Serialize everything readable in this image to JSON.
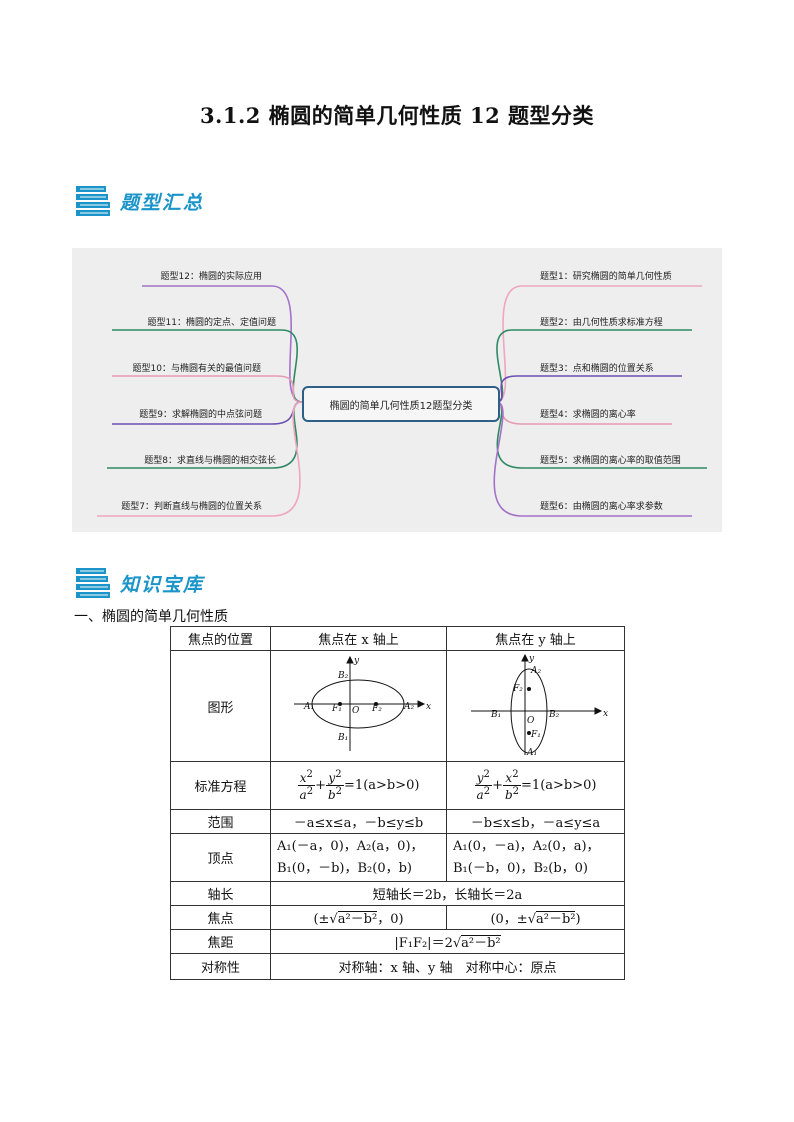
{
  "title": "3.1.2 椭圆的简单几何性质 12 题型分类",
  "section1": {
    "heading": "题型汇总",
    "icon": "books-icon"
  },
  "mindmap": {
    "center": "椭圆的简单几何性质12题型分类",
    "left": [
      "题型12：椭圆的实际应用",
      "题型11：椭圆的定点、定值问题",
      "题型10：与椭圆有关的最值问题",
      "题型9：求解椭圆的中点弦问题",
      "题型8：求直线与椭圆的相交弦长",
      "题型7：判断直线与椭圆的位置关系"
    ],
    "right": [
      "题型1：研究椭圆的简单几何性质",
      "题型2：由几何性质求标准方程",
      "题型3：点和椭圆的位置关系",
      "题型4：求椭圆的离心率",
      "题型5：求椭圆的离心率的取值范围",
      "题型6：由椭圆的离心率求参数"
    ],
    "colors": [
      "#a472c9",
      "#2e8a64",
      "#e79ab6",
      "#6a4fb3",
      "#2e8a64",
      "#f0a5c0"
    ]
  },
  "section2": {
    "heading": "知识宝库",
    "icon": "books-icon"
  },
  "subheading": "一、椭圆的简单几何性质",
  "table": {
    "header": [
      "焦点的位置",
      "焦点在 x 轴上",
      "焦点在 y 轴上"
    ],
    "rows": {
      "figure": "图形",
      "equation": "标准方程",
      "range": "范围",
      "vertices": "顶点",
      "axis": "轴长",
      "foci": "焦点",
      "focal": "焦距",
      "symmetry": "对称性"
    },
    "x_figure_labels": {
      "A1": "A₁",
      "A2": "A₂",
      "B1": "B₁",
      "B2": "B₂",
      "F1": "F₁",
      "F2": "F₂",
      "O": "O",
      "x": "x",
      "y": "y"
    },
    "eq_x_tail": "=1(a>b>0)",
    "eq_y_tail": "=1(a>b>0)",
    "range_x": "－a≤x≤a，－b≤y≤b",
    "range_y": "－b≤x≤b，－a≤y≤a",
    "vert_x_1": "A₁(－a，0)，A₂(a，0)，",
    "vert_x_2": "B₁(0，－b)，B₂(0，b)",
    "vert_y_1": "A₁(0，－a)，A₂(0，a)，",
    "vert_y_2": "B₁(－b，0)，B₂(b，0)",
    "axis_len": "短轴长＝2b，长轴长＝2a",
    "focus_x_pre": "(±",
    "focus_x_rad": "a²－b²",
    "focus_x_post": "，0)",
    "focus_y_pre": "(0，±",
    "focus_y_rad": "a²－b²",
    "focus_y_post": ")",
    "focal_pre": "|F₁F₂|＝2",
    "focal_rad": "a²－b²",
    "symmetry_text": "对称轴：x 轴、y 轴　对称中心：原点"
  }
}
